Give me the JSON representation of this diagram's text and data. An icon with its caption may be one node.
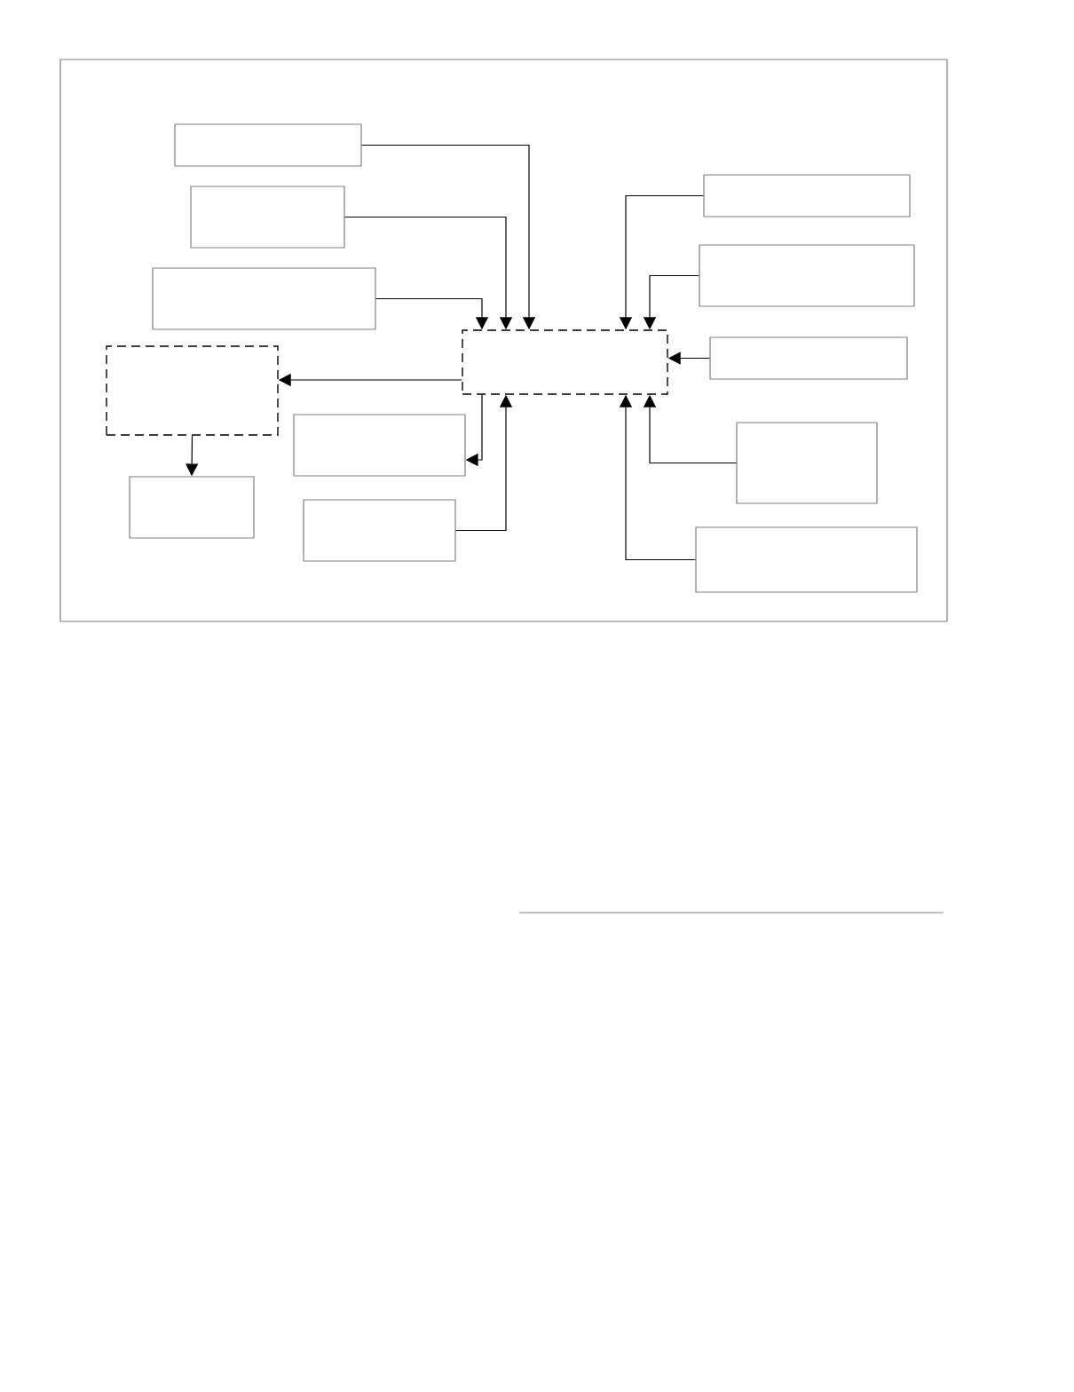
{
  "diagram": {
    "nodes": [
      {
        "text": [],
        "shape": "box"
      },
      {
        "text": [],
        "shape": "box"
      },
      {
        "text": [],
        "shape": "box"
      },
      {
        "text": [],
        "shape": "box"
      },
      {
        "text": [],
        "shape": "box"
      },
      {
        "text": [],
        "shape": "box"
      },
      {
        "text": [],
        "shape": "box"
      },
      {
        "text": [],
        "shape": "box"
      },
      {
        "text": [],
        "shape": "box"
      },
      {
        "text": [],
        "shape": "box"
      },
      {
        "text": [],
        "shape": "box"
      },
      {
        "text": [],
        "shape": "box"
      },
      {
        "text": [],
        "shape": "box"
      }
    ],
    "edges": [
      {
        "from": 0,
        "to": 5,
        "arrow": "to"
      },
      {
        "from": 1,
        "to": 5,
        "arrow": "to"
      },
      {
        "from": 4,
        "to": 5,
        "arrow": "to"
      },
      {
        "from": 2,
        "to": 5,
        "arrow": "to"
      },
      {
        "from": 3,
        "to": 5,
        "arrow": "to"
      },
      {
        "from": 6,
        "to": 5,
        "arrow": "to"
      },
      {
        "from": 5,
        "to": 7,
        "arrow": "to"
      },
      {
        "from": 5,
        "to": 8,
        "arrow": "to"
      },
      {
        "from": 11,
        "to": 5,
        "arrow": "to"
      },
      {
        "from": 9,
        "to": 5,
        "arrow": "to"
      },
      {
        "from": 12,
        "to": 5,
        "arrow": "to"
      },
      {
        "from": 7,
        "to": 10,
        "arrow": "to"
      }
    ]
  }
}
